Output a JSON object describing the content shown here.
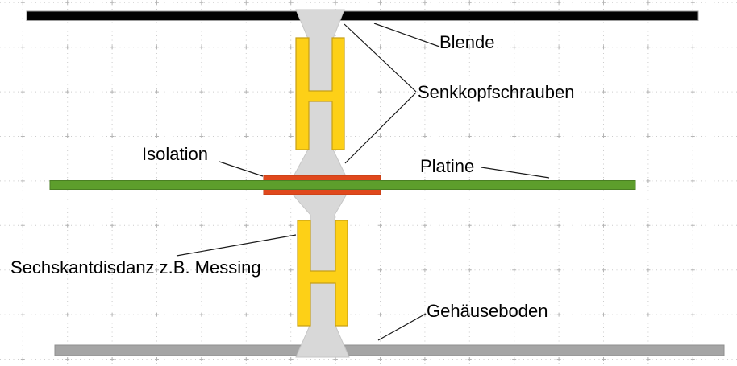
{
  "diagram": {
    "labels": {
      "blende": "Blende",
      "senkkopfschrauben": "Senkkopfschrauben",
      "isolation": "Isolation",
      "platine": "Platine",
      "sechskant": "Sechskantdisdanz z.B. Messing",
      "gehaeuseboden": "Gehäuseboden"
    },
    "colors": {
      "blende": "#010101",
      "blende_border": "#9c9c9c",
      "screw": "#d8d8d8",
      "screw_border": "#c6c6c6",
      "spacer": "#fdd017",
      "spacer_border": "#c79f16",
      "isolation": "#e0481d",
      "isolation_border": "#bb3c14",
      "platine": "#5d9e2c",
      "platine_border": "#4a7f23",
      "gehaeuseboden": "#a5a5a5",
      "gehaeuseboden_border": "#8f8f8f",
      "grid_dot": "#cccccc",
      "grid_cross": "#b5b5b5",
      "leader_line": "#1a1a1a"
    }
  }
}
